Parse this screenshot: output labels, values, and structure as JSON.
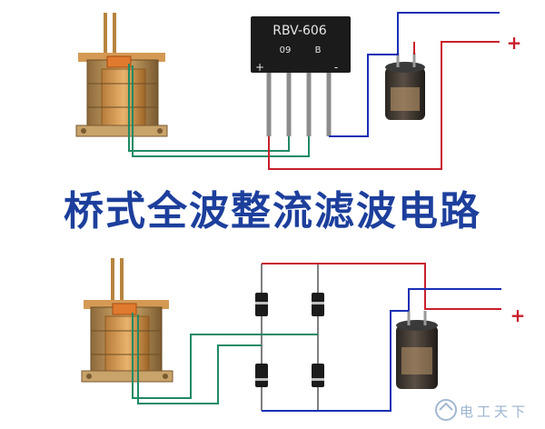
{
  "title": "桥式全波整流滤波电路",
  "bridge": {
    "part_number": "RBV-606",
    "code_left": "09",
    "code_right": "B",
    "pin_plus": "+",
    "pin_minus": "-"
  },
  "output": {
    "plus": "+",
    "minus": "-"
  },
  "watermark": "电工天下",
  "colors": {
    "title": "#1d3f9c",
    "wire_blue": "#1a2fb5",
    "wire_red": "#c8202c",
    "wire_green": "#1f8a64"
  }
}
